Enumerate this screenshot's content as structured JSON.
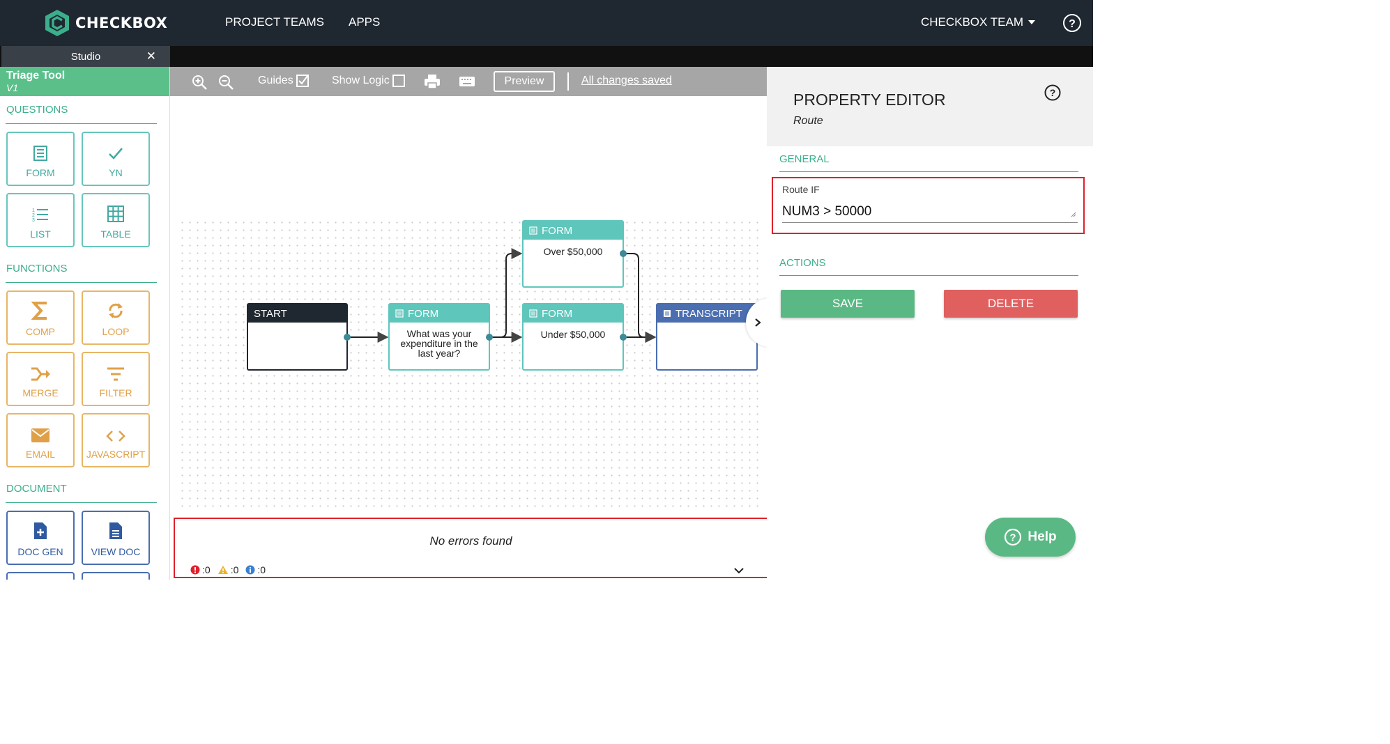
{
  "topbar": {
    "brand": "CHECKBOX",
    "nav": [
      "PROJECT TEAMS",
      "APPS"
    ],
    "team": "CHECKBOX TEAM"
  },
  "studio": {
    "tab_label": "Studio"
  },
  "project": {
    "name": "Triage Tool",
    "version": "V1"
  },
  "sidebar": {
    "questions_label": "QUESTIONS",
    "functions_label": "FUNCTIONS",
    "document_label": "DOCUMENT",
    "questions": [
      "FORM",
      "YN",
      "LIST",
      "TABLE"
    ],
    "functions": [
      "COMP",
      "LOOP",
      "MERGE",
      "FILTER",
      "EMAIL",
      "JAVASCRIPT"
    ],
    "document": [
      "DOC GEN",
      "VIEW DOC"
    ]
  },
  "toolbar": {
    "guides_label": "Guides",
    "guides_checked": true,
    "show_logic_label": "Show Logic",
    "show_logic_checked": false,
    "preview_label": "Preview",
    "status": "All changes saved"
  },
  "flow": {
    "start": {
      "title": "START"
    },
    "form1": {
      "title": "FORM",
      "body": "What was your expenditure in the last year?"
    },
    "form2": {
      "title": "FORM",
      "body": "Over $50,000"
    },
    "form3": {
      "title": "FORM",
      "body": "Under $50,000"
    },
    "transcript": {
      "title": "TRANSCRIPT"
    }
  },
  "errors": {
    "message": "No errors found",
    "error_count": ":0",
    "warning_count": ":0",
    "info_count": ":0"
  },
  "property_editor": {
    "title": "PROPERTY EDITOR",
    "subtitle": "Route",
    "general_label": "GENERAL",
    "route_if_label": "Route IF",
    "route_if_value": "NUM3 > 50000",
    "actions_label": "ACTIONS",
    "save_label": "SAVE",
    "delete_label": "DELETE"
  },
  "help_widget": {
    "label": "Help"
  },
  "colors": {
    "nav_bg": "#1f2730",
    "accent_green": "#5bbf8a",
    "question_teal": "#5fc6bc",
    "function_orange": "#e8b666",
    "document_blue": "#4a6eb0",
    "error_red": "#e0202a",
    "delete_red": "#e06060"
  }
}
